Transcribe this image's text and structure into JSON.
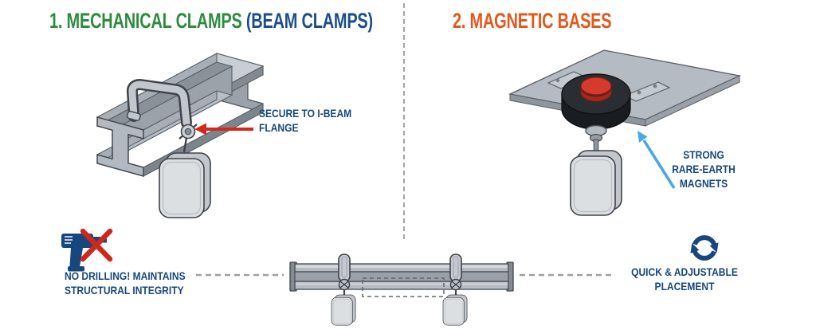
{
  "section1": {
    "heading_main": "1. MECHANICAL CLAMPS",
    "heading_paren": "(BEAM CLAMPS)",
    "callout": "SECURE TO I-BEAM\nFLANGE",
    "benefit": "NO DRILLING! MAINTAINS\nSTRUCTURAL INTEGRITY"
  },
  "section2": {
    "heading_main": "2. MAGNETIC BASES",
    "callout": "STRONG\nRARE-EARTH MAGNETS",
    "benefit": "QUICK & ADJUSTABLE\nPLACEMENT"
  },
  "icons": {
    "no_drilling": "drill-with-red-x-icon",
    "quick_adjust": "circular-arrows-icon"
  },
  "colors": {
    "heading_green": "#2e8b3f",
    "heading_navy": "#1c4e8a",
    "heading_orange": "#e2591f",
    "callout_navy": "#17477e",
    "arrow_red": "#d2291d",
    "arrow_blue": "#49a8e8",
    "magnet_red": "#d63a2c",
    "steel_gray": "#b3b9c0"
  }
}
